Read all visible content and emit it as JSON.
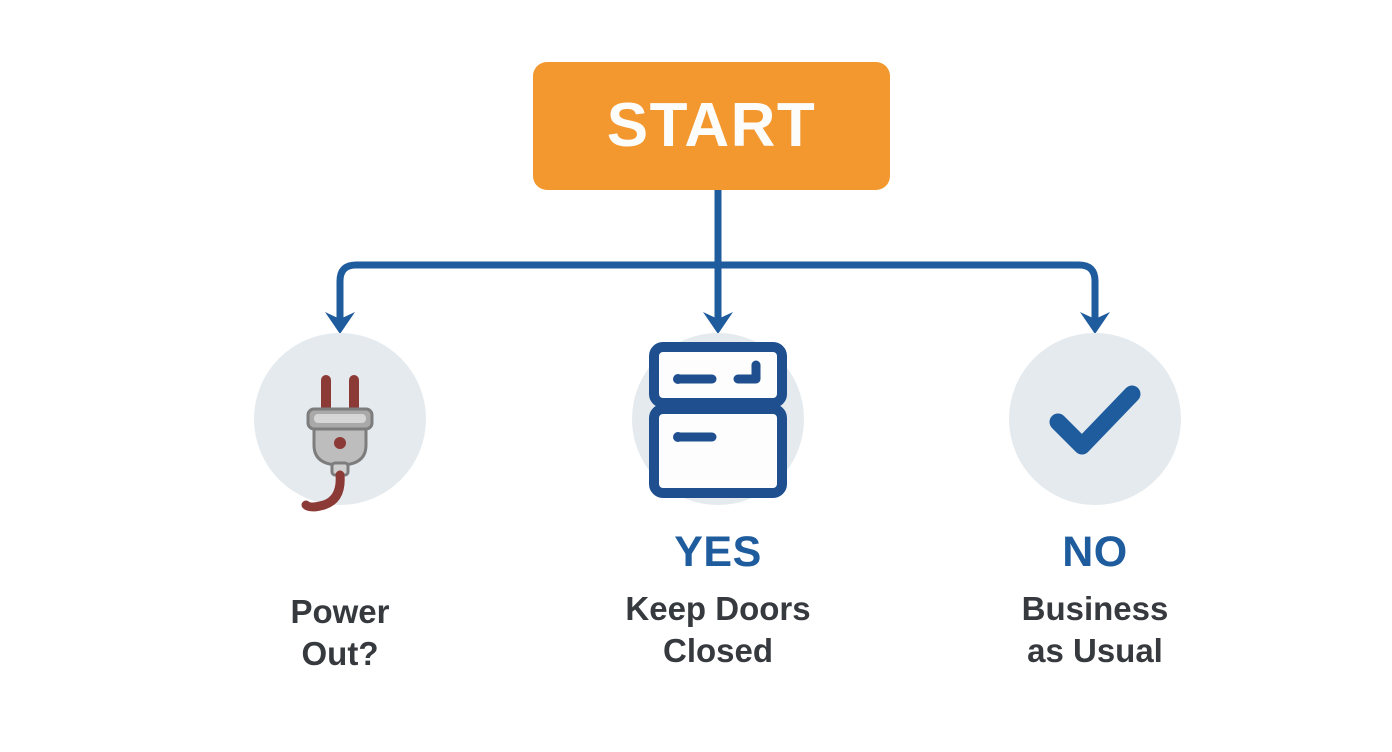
{
  "diagram": {
    "title": "START",
    "type": "decision-flowchart",
    "background_color": "#FFFFFF",
    "accent_colors": {
      "start_fill": "#F3982F",
      "start_text": "#FCFCFB",
      "connector": "#1F5C9E",
      "answer_text": "#1F5C9E",
      "caption_text": "#36393D",
      "circle_fill": "#E4EAEE",
      "plug_body": "#9E9E9E",
      "plug_prong": "#8C3A35"
    },
    "start": {
      "label": "START"
    },
    "branches": [
      {
        "id": "power-out",
        "icon": "power-plug-icon",
        "answer": "",
        "caption_line1": "Power",
        "caption_line2": "Out?"
      },
      {
        "id": "keep-doors-closed",
        "icon": "refrigerator-icon",
        "answer": "YES",
        "caption_line1": "Keep Doors",
        "caption_line2": "Closed"
      },
      {
        "id": "business-as-usual",
        "icon": "checkmark-icon",
        "answer": "NO",
        "caption_line1": "Business",
        "caption_line2": "as Usual"
      }
    ]
  }
}
